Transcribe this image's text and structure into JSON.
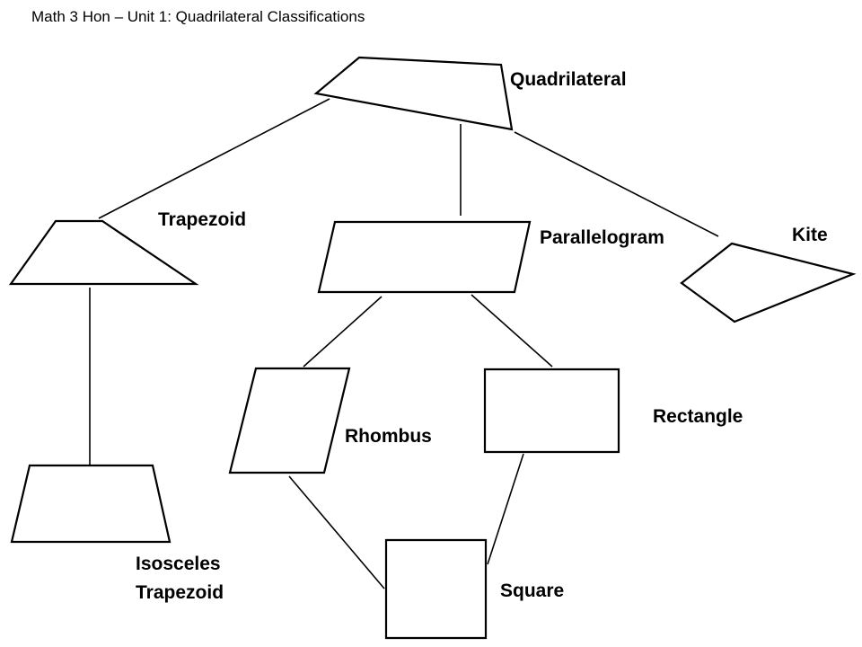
{
  "header": {
    "title": "Math 3 Hon – Unit 1: Quadrilateral Classifications"
  },
  "labels": {
    "quadrilateral": "Quadrilateral",
    "trapezoid": "Trapezoid",
    "parallelogram": "Parallelogram",
    "kite": "Kite",
    "rhombus": "Rhombus",
    "rectangle": "Rectangle",
    "isosceles_trapezoid_line1": "Isosceles",
    "isosceles_trapezoid_line2": "Trapezoid",
    "square": "Square"
  }
}
